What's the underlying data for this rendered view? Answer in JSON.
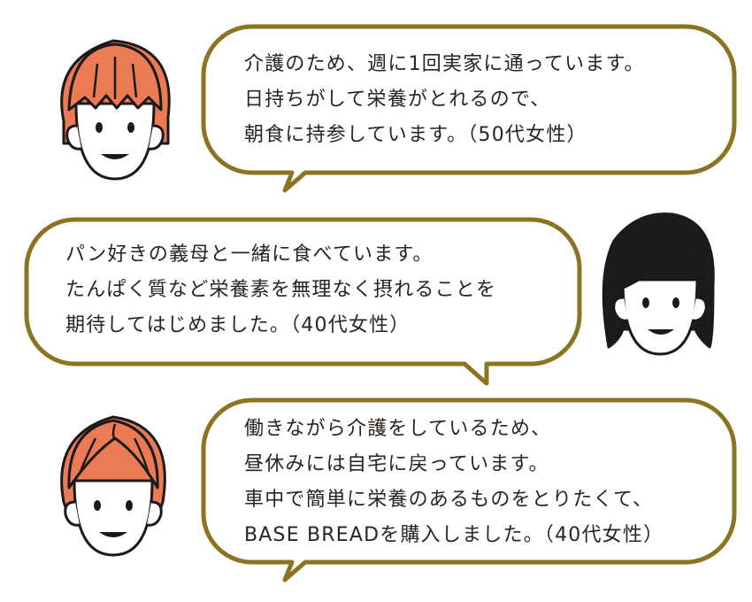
{
  "colors": {
    "bubble_border": "#8a7422",
    "hair_orange": "#ec7a54",
    "hair_black": "#1c1c1c",
    "ink": "#1a1a1a"
  },
  "testimonials": [
    {
      "speaker_icon": "orange-bob-hair-woman-icon",
      "lines": [
        "介護のため、週に1回実家に通っています。",
        "日持ちがして栄養がとれるので、",
        "朝食に持参しています。（50代女性）"
      ]
    },
    {
      "speaker_icon": "black-hair-woman-icon",
      "lines": [
        "パン好きの義母と一緒に食べています。",
        "たんぱく質など栄養素を無理なく摂れることを",
        "期待してはじめました。（40代女性）"
      ]
    },
    {
      "speaker_icon": "orange-short-hair-woman-icon",
      "lines": [
        "働きながら介護をしているため、",
        "昼休みには自宅に戻っています。",
        "車中で簡単に栄養のあるものをとりたくて、",
        "BASE BREADを購入しました。（40代女性）"
      ]
    }
  ]
}
